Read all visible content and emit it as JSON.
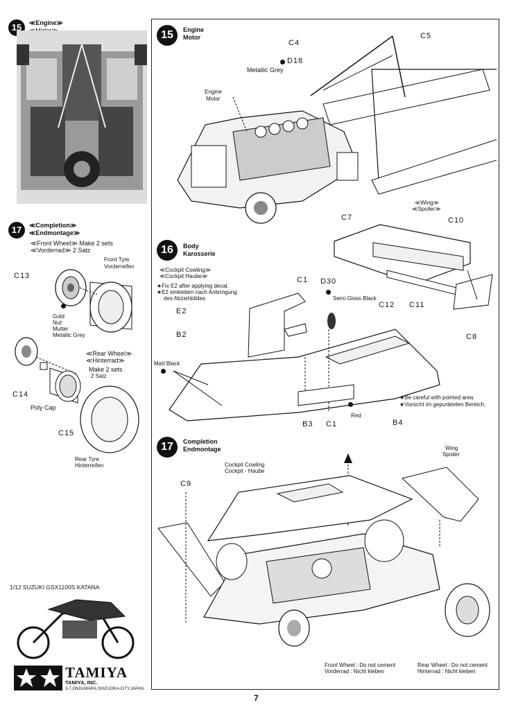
{
  "page_number": "7",
  "left": {
    "step15": {
      "num": "15",
      "en": "≪Engine≫",
      "de": "≪Motor≫"
    },
    "step17": {
      "num": "17",
      "en": "≪Completion≫",
      "de": "≪Endmontage≫",
      "front_wheel": "≪Front Wheel≫ Make 2 sets",
      "front_wheel_de": "≪Vorderrad≫ 2 Satz",
      "front_tyre": "Front Tyre",
      "front_tyre_de": "Vorderreifen",
      "c13": "C13",
      "gold_nut": "Gold",
      "gold_nut2": "Nut:",
      "gold_nut_de": "Mutter",
      "gold_nut_de2": "Metallic Grey",
      "rear_wheel": "≪Rear Wheel≫",
      "rear_wheel_de": "≪Hinterrad≫",
      "make2": "Make 2 sets",
      "satz2": "2 Satz",
      "c14": "C14",
      "poly_cap": "Poly Cap",
      "c15": "C15",
      "rear_tyre": "Rear Tyre",
      "rear_tyre_de": "Hinterreifen"
    },
    "katana": "1/12 SUZUKI GSX1100S KATANA",
    "brand": "TAMIYA",
    "company": "TAMIYA, INC.",
    "address": "3-7,ONDAWARA,SHIZUOKA-CITY,JAPAN."
  },
  "right": {
    "step15": {
      "num": "15",
      "en": "Engine",
      "de": "Motor",
      "c4": "C4",
      "c5": "C5",
      "d18": "D18",
      "metallic_grey": "Metallic Grey",
      "engine": "Engine",
      "motor": "Motor"
    },
    "wing": {
      "en": "≪Wing≫",
      "de": "≪Spoiler≫",
      "c7": "C7",
      "c10": "C10",
      "c12": "C12",
      "c11": "C11",
      "c8": "C8"
    },
    "step16": {
      "num": "16",
      "en": "Body",
      "de": "Karosserie",
      "cowl_en": "≪Cockpit Cowling≫",
      "cowl_de": "≪Cockpit Haube≫",
      "fix1": "★Fix E2 after applying decal.",
      "fix2": "★E2 einkleben nach Anbringung",
      "fix3": "des Abziehbildes",
      "c1a": "C1",
      "d30": "D30",
      "semi_gloss": "Semi Gloss Black",
      "e2": "E2",
      "b2": "B2",
      "matt_black": "Matt Black",
      "b3": "B3",
      "c1b": "C1",
      "b4": "B4",
      "red": "Red",
      "careful": "★Be careful with pointed area.",
      "careful_de": "★Vorsicht im gepunkteten Bereich."
    },
    "step17": {
      "num": "17",
      "en": "Completion",
      "de": "Endmontage",
      "cowl": "Cockpit Cowling",
      "cowl_de": "Cockpit - Haube",
      "wing": "Wing",
      "spoiler": "Spoiler",
      "c9": "C9",
      "front_wheel": "Front Wheel : Do not cement",
      "front_wheel_de": "Vorderrad : Nicht kleben",
      "rear_wheel": "Rear Wheel : Do not cement",
      "rear_wheel_de": "Hinterrad : Nicht kleben"
    }
  }
}
